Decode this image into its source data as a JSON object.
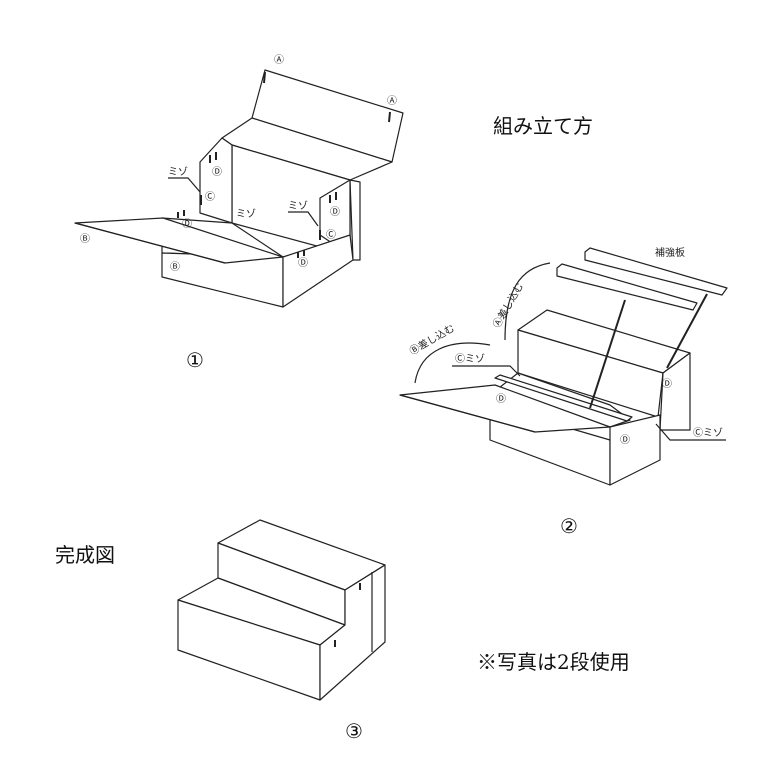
{
  "title": "組み立て方",
  "step1": {
    "number": "①",
    "labels": {
      "a1": "Ⓐ",
      "a2": "Ⓐ",
      "b1": "Ⓑ",
      "b2": "Ⓑ",
      "c1": "Ⓒ",
      "c2": "Ⓒ",
      "d1": "Ⓓ",
      "d2": "Ⓓ",
      "d3": "Ⓓ",
      "d4": "Ⓓ",
      "groove1": "ミゾ",
      "groove2": "ミゾ",
      "groove3": "ミゾ"
    }
  },
  "step2": {
    "number": "②",
    "reinforcement": "補強板",
    "insert_a": "Ⓐ差し込む",
    "insert_b": "Ⓑ差し込む",
    "groove_c1": "Ⓒミゾ",
    "groove_c2": "Ⓒミゾ",
    "d1": "Ⓓ",
    "d2": "Ⓓ",
    "d3": "Ⓓ"
  },
  "step3": {
    "number": "③",
    "caption": "完成図"
  },
  "note": "※写真は2段使用"
}
